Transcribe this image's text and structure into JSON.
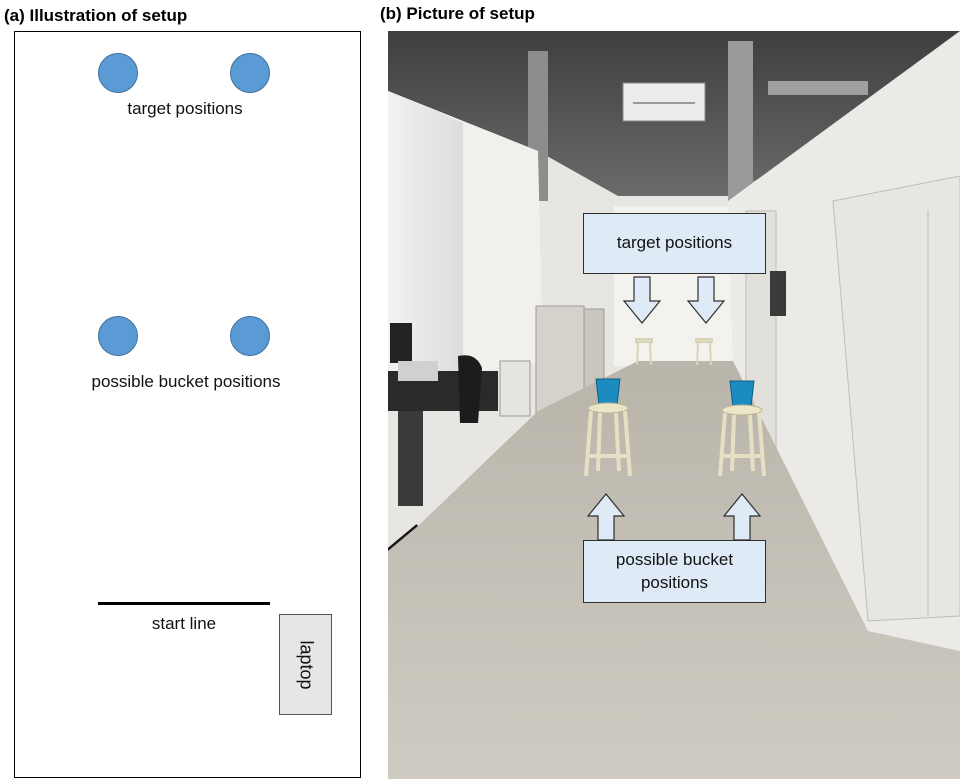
{
  "panel_a": {
    "title": "(a) Illustration of setup",
    "target_label": "target positions",
    "bucket_label": "possible bucket positions",
    "start_line_label": "start line",
    "laptop_label": "laptop",
    "dot_color": "#5b9bd5"
  },
  "panel_b": {
    "title": "(b) Picture of setup",
    "target_callout": "target positions",
    "bucket_callout_line1": "possible bucket",
    "bucket_callout_line2": "positions",
    "callout_color": "#deebf7"
  }
}
